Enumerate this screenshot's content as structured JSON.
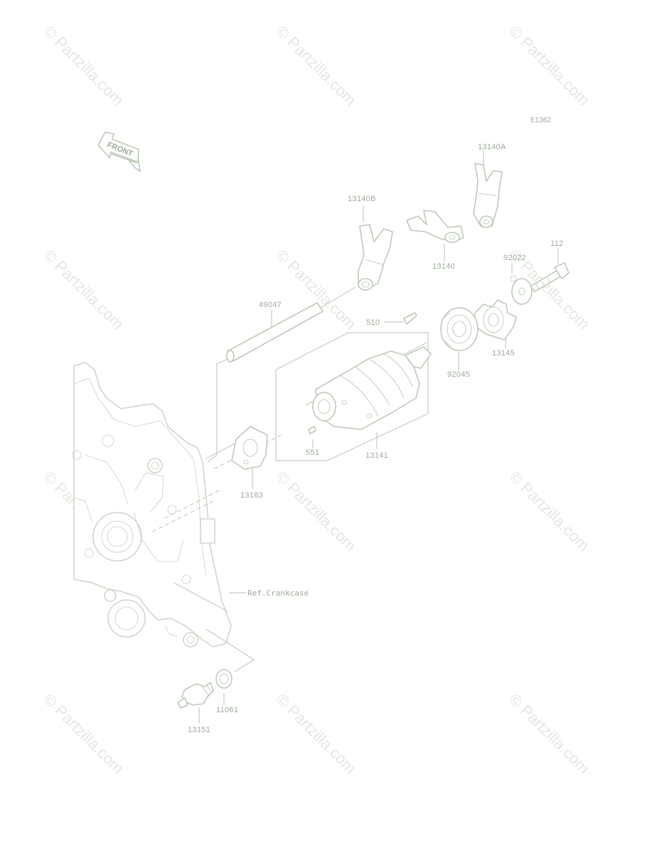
{
  "diagram": {
    "code": "E1362",
    "front_arrow_label": "FRONT",
    "watermark": "© Partzilla.com",
    "reference_label": "Ref.Crankcase"
  },
  "parts": [
    {
      "number": "13140A",
      "name": "fork-13140a"
    },
    {
      "number": "13140B",
      "name": "fork-13140b"
    },
    {
      "number": "13140",
      "name": "fork-13140"
    },
    {
      "number": "112",
      "name": "bolt-112"
    },
    {
      "number": "92022",
      "name": "washer-92022"
    },
    {
      "number": "49047",
      "name": "fork-shaft-49047"
    },
    {
      "number": "510",
      "name": "pin-510"
    },
    {
      "number": "13145",
      "name": "star-13145"
    },
    {
      "number": "92045",
      "name": "bearing-92045"
    },
    {
      "number": "551",
      "name": "pin-551"
    },
    {
      "number": "13141",
      "name": "drum-13141"
    },
    {
      "number": "13183",
      "name": "plate-13183"
    },
    {
      "number": "11061",
      "name": "gasket-11061"
    },
    {
      "number": "13151",
      "name": "switch-13151"
    }
  ],
  "colors": {
    "line": "#c3cfbf",
    "label": "#9cab98",
    "watermark": "#e3e8e1"
  }
}
